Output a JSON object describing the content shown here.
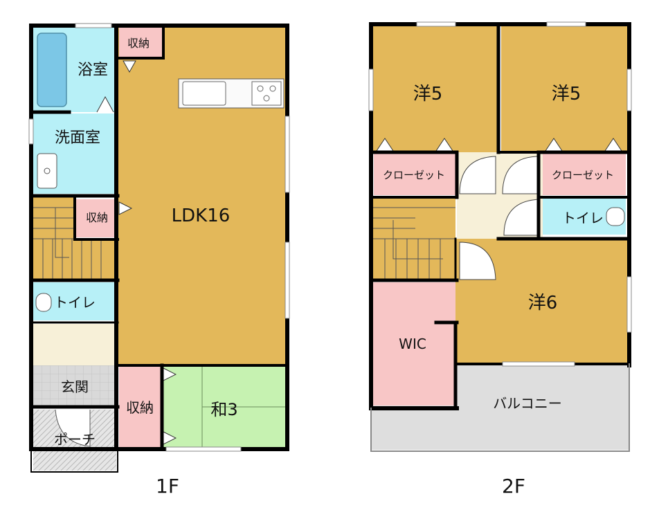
{
  "floors": {
    "first": {
      "label": "1F",
      "rooms": {
        "bath": "浴室",
        "washroom": "洗面室",
        "storage_top": "収納",
        "ldk": "LDK16",
        "storage_stair": "収納",
        "toilet": "トイレ",
        "entrance": "玄関",
        "storage_japanese": "収納",
        "japanese_room": "和3",
        "porch": "ポーチ"
      }
    },
    "second": {
      "label": "2F",
      "rooms": {
        "western_left": "洋5",
        "western_right": "洋5",
        "closet_left": "クローゼット",
        "closet_right": "クローゼット",
        "toilet": "トイレ",
        "western_6": "洋6",
        "wic": "WIC",
        "balcony": "バルコニー"
      }
    }
  },
  "colors": {
    "ldk_floor": "#e3b85a",
    "wet_area": "#b7f0f7",
    "storage": "#f8c6c6",
    "japanese_room": "#c6f2b1",
    "hallway": "#f7f0d8",
    "entrance": "#dcdcdc",
    "balcony": "#dedede",
    "wall": "#000000"
  }
}
